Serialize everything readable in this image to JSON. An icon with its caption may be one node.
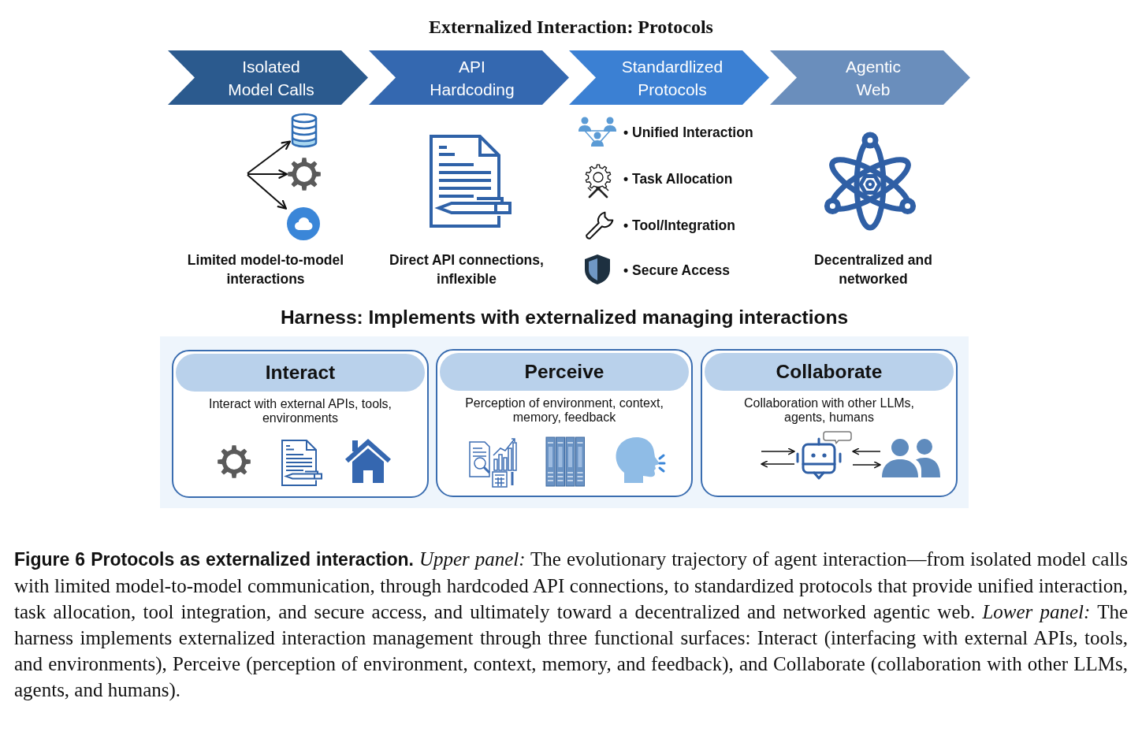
{
  "diagram": {
    "title": "Externalized Interaction: Protocols",
    "caption": "**Figure 6  Protocols as externalized interaction.** *Upper panel:* The evolutionary trajectory of agent interaction—from isolated model calls with limited model-to-model communication, through hardcoded API connections, to standardized protocols that provide unified interaction, task allocation, tool integration, and secure access, and ultimately toward a decentralized and networked agentic web. *Lower panel:* The harness implements externalized interaction management through three functional surfaces: Interact (interfacing with external APIs, tools, and environments), Perceive (perception of environment, context, memory, and feedback), and Collaborate (collaboration with other LLMs, agents, and humans).",
    "nodes": [
      {
        "text": [
          "Isolated Model Calls"
        ]
      },
      {
        "text": [
          "API Hardcoding"
        ]
      },
      {
        "text": [
          "Standardlized Protocols"
        ]
      },
      {
        "text": [
          "Agentic Web"
        ]
      },
      {
        "text": [],
        "shape": "cylinder"
      },
      {
        "text": [],
        "shape": "picture"
      },
      {
        "text": [],
        "shape": "cloud"
      },
      {
        "text": [
          "Harness: Implements with externalized managing interactions"
        ]
      },
      {
        "text": [
          "Interact",
          "Interact with external APIs, tools, environments"
        ],
        "in": 7
      },
      {
        "text": [
          "Perceive",
          "Perception of environment, context, memory, feedback"
        ],
        "in": 7
      },
      {
        "text": [
          "Collaborate",
          "Collaboration with other LLMs, agents, humans"
        ],
        "in": 7
      },
      {
        "text": [],
        "shape": "picture",
        "in": 10
      },
      {
        "text": [],
        "shape": "person",
        "in": 10
      }
    ],
    "edges": [
      {
        "from": null,
        "to": 4,
        "arrow": "to"
      },
      {
        "from": null,
        "to": 5,
        "arrow": "to"
      },
      {
        "from": null,
        "to": 6,
        "arrow": "to"
      },
      {
        "from": null,
        "to": 11,
        "arrow": "to"
      },
      {
        "from": 11,
        "to": null,
        "arrow": "to"
      },
      {
        "from": 12,
        "to": 11,
        "arrow": "to"
      },
      {
        "from": 11,
        "to": 12,
        "arrow": "to"
      }
    ],
    "labels": [
      "Limited model-to-model interactions",
      "Direct API connections, inflexible",
      "• Unified Interaction",
      "• Task Allocation",
      "• Tool/Integration",
      "• Secure Access",
      "Decentralized and networked"
    ]
  }
}
